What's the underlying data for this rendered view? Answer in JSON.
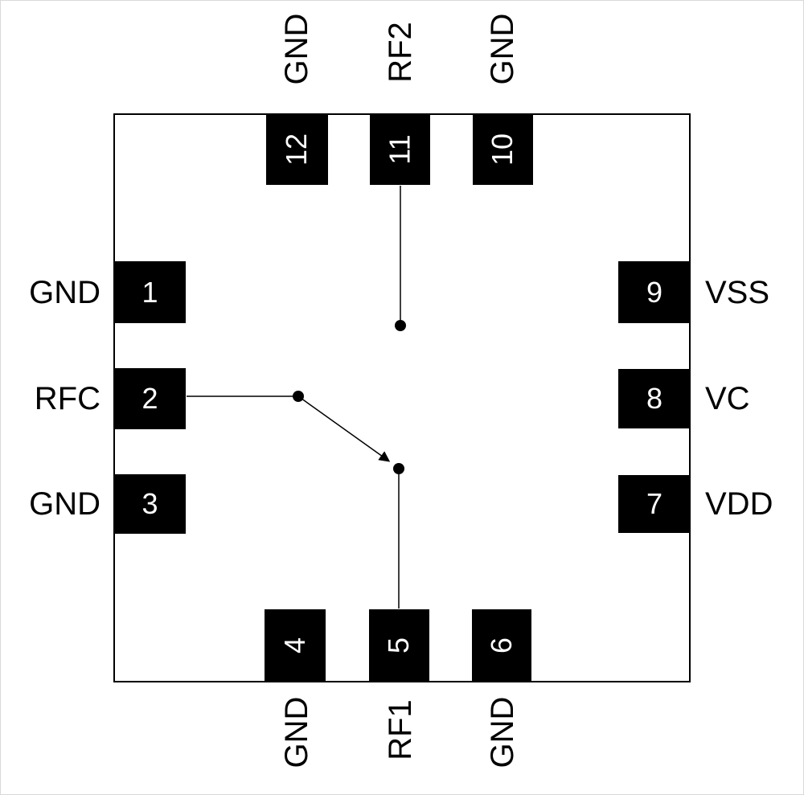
{
  "pins": {
    "left": [
      {
        "number": "1",
        "label": "GND"
      },
      {
        "number": "2",
        "label": "RFC"
      },
      {
        "number": "3",
        "label": "GND"
      }
    ],
    "top": [
      {
        "number": "12",
        "label": "GND"
      },
      {
        "number": "11",
        "label": "RF2"
      },
      {
        "number": "10",
        "label": "GND"
      }
    ],
    "right": [
      {
        "number": "9",
        "label": "VSS"
      },
      {
        "number": "8",
        "label": "VC"
      },
      {
        "number": "7",
        "label": "VDD"
      }
    ],
    "bottom": [
      {
        "number": "4",
        "label": "GND"
      },
      {
        "number": "5",
        "label": "RF1"
      },
      {
        "number": "6",
        "label": "GND"
      }
    ]
  },
  "switch": {
    "common": "RFC",
    "arm_points_to": "RF1",
    "other_throw": "RF2"
  },
  "colors": {
    "pin_fill": "#000000",
    "pin_text": "#ffffff",
    "outline": "#000000",
    "background": "#ffffff"
  }
}
